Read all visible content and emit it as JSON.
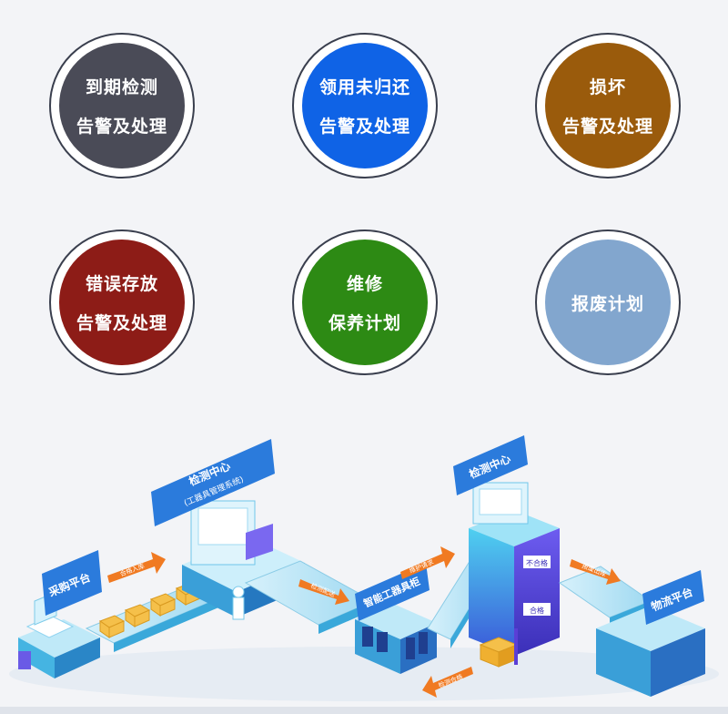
{
  "tiles": [
    {
      "line1": "到期检测",
      "line2": "告警及处理",
      "color": "#4a4b57"
    },
    {
      "line1": "领用未归还",
      "line2": "告警及处理",
      "color": "#0f63e6"
    },
    {
      "line1": "损坏",
      "line2": "告警及处理",
      "color": "#9a5b0c"
    },
    {
      "line1": "错误存放",
      "line2": "告警及处理",
      "color": "#8d1c17"
    },
    {
      "line1": "维修",
      "line2": "保养计划",
      "color": "#2d8a14"
    },
    {
      "line1": "报废计划",
      "line2": "",
      "color": "#82a6ce"
    }
  ],
  "diagram": {
    "purchase_platform": "采购平台",
    "inspection_center_1": "检测中心",
    "inspection_center_1_sub": "(工器具管理系统)",
    "inspection_center_2": "检测中心",
    "smart_cabinet": "智能工器具柜",
    "logistics_platform": "物流平台",
    "arrow_inbound": "合格入库",
    "arrow_dispatch": "检测配送",
    "arrow_maintenance": "维护请求",
    "arrow_outbound": "报废出库",
    "arrow_return": "检测合格",
    "tag_unqualified": "不合格",
    "tag_qualified": "合格"
  },
  "colors": {
    "label_blue": "#2b7bdc",
    "orange_arrow": "#f07a22",
    "platform": "#39b6e8",
    "accent": "#5a3fd6"
  }
}
